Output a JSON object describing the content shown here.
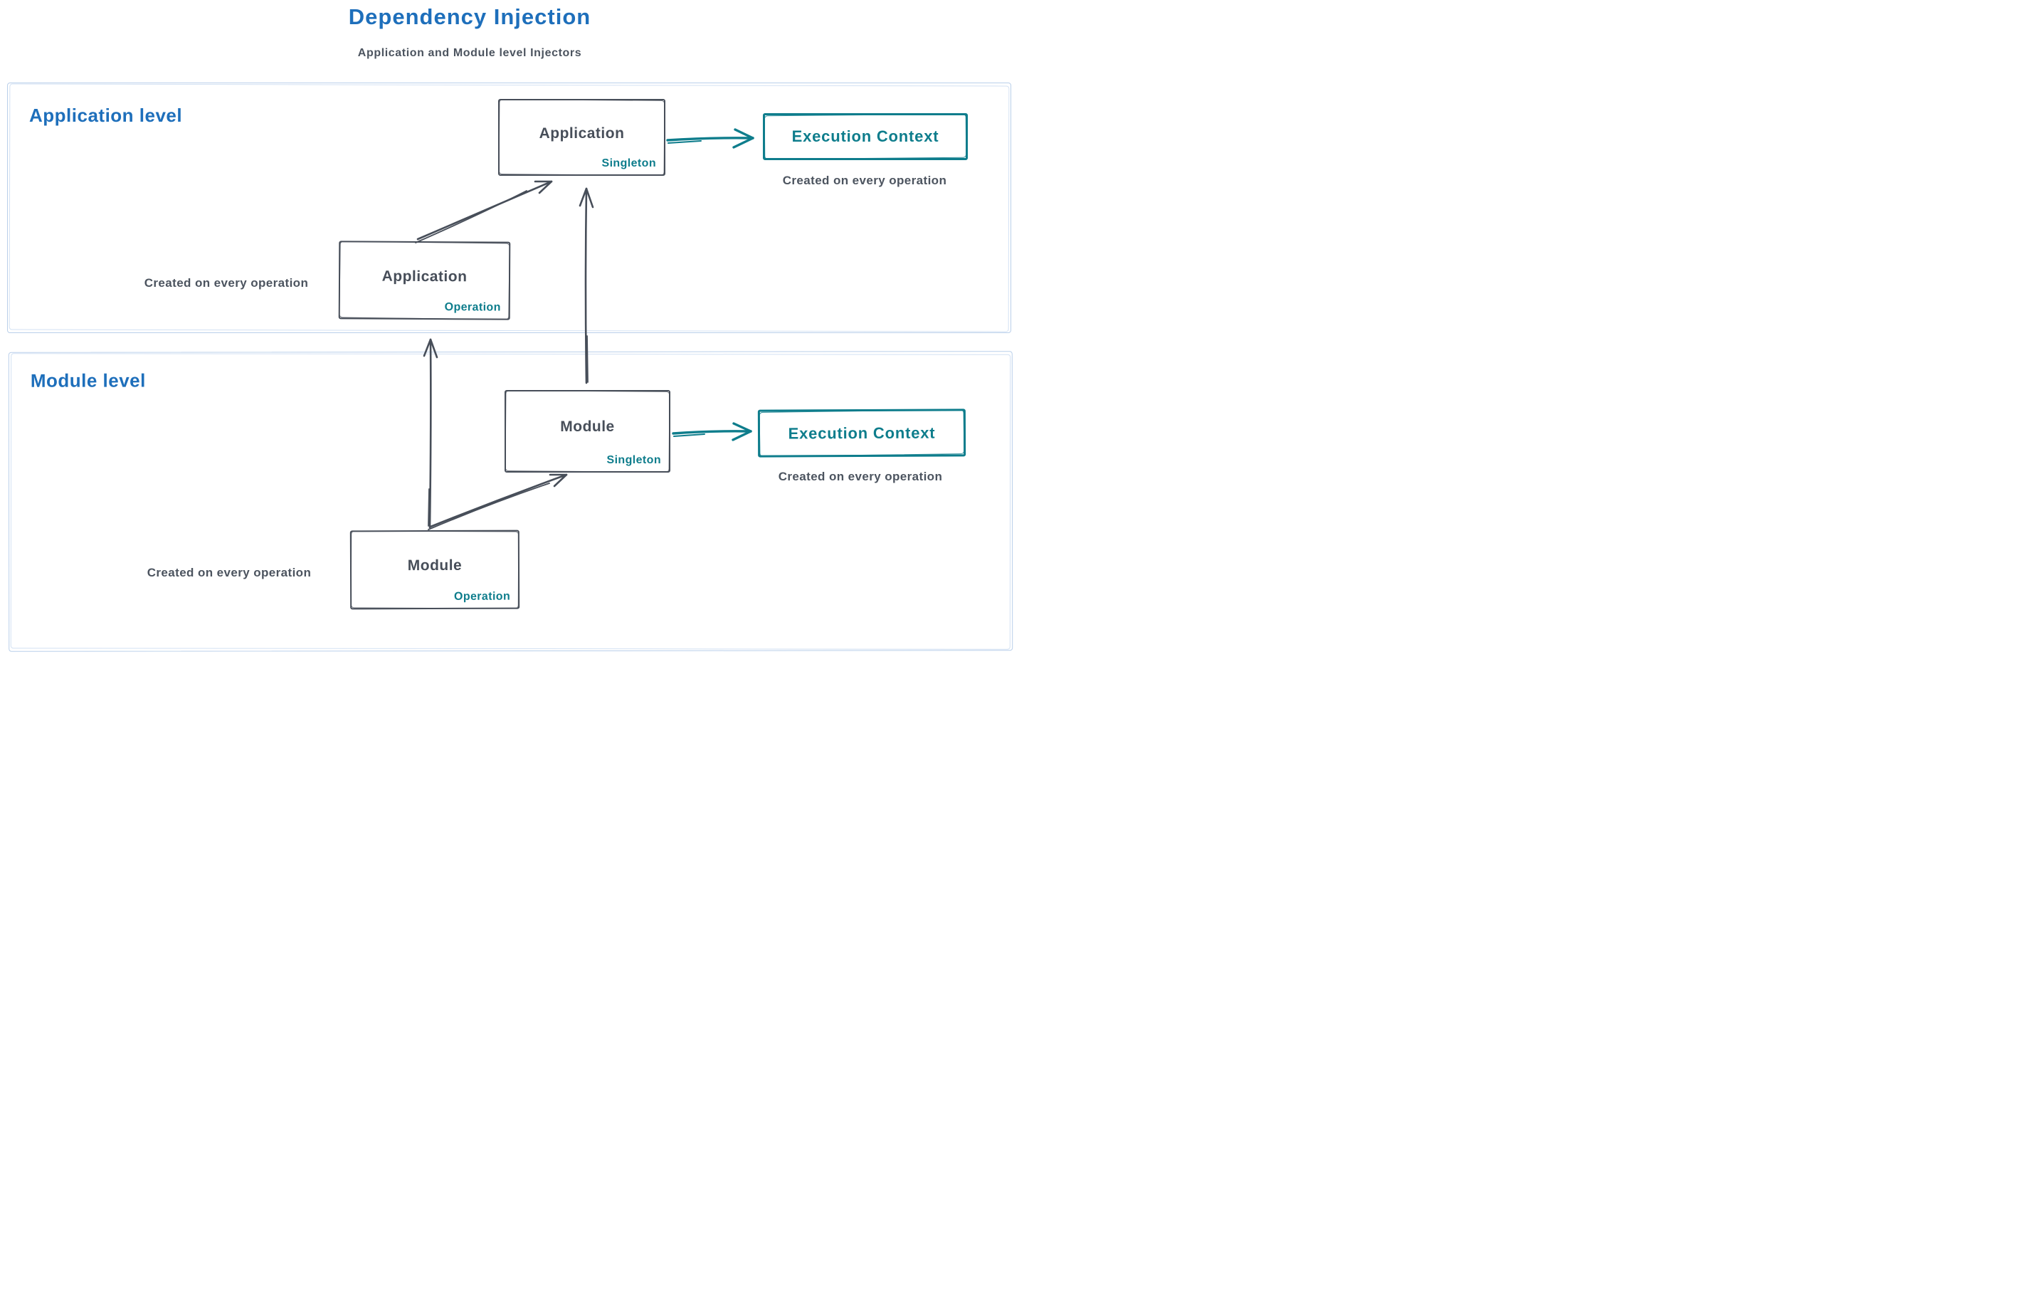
{
  "title": "Dependency Injection",
  "subtitle": "Application and Module level Injectors",
  "colors": {
    "title_blue": "#1e6fbb",
    "stroke_slate": "#474e59",
    "accent_teal": "#0e7d8c",
    "frame_light_blue": "#b9cfea"
  },
  "application": {
    "section_label": "Application level",
    "singleton": {
      "title": "Application",
      "scope": "Singleton"
    },
    "operation": {
      "title": "Application",
      "scope": "Operation"
    },
    "execution_context": {
      "label": "Execution Context",
      "note": "Created on every operation"
    },
    "operation_note": "Created on every operation"
  },
  "module": {
    "section_label": "Module level",
    "singleton": {
      "title": "Module",
      "scope": "Singleton"
    },
    "operation": {
      "title": "Module",
      "scope": "Operation"
    },
    "execution_context": {
      "label": "Execution Context",
      "note": "Created on every operation"
    },
    "operation_note": "Created on every operation"
  }
}
